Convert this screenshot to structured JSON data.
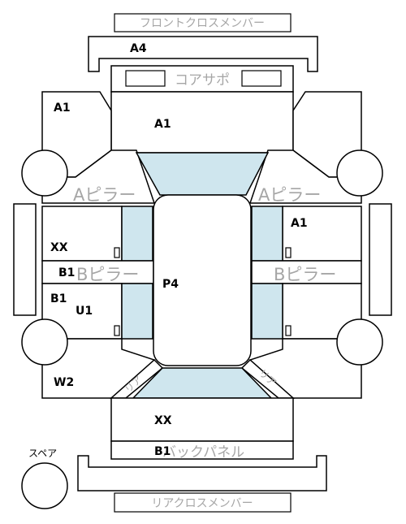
{
  "labels": {
    "front_cross_member": "フロントクロスメンバー",
    "rear_cross_member": "リアクロスメンバー",
    "radiator_support": "コアサポ",
    "a_pillar_left": "Aピラー",
    "a_pillar_right": "Aピラー",
    "b_pillar_left": "Bピラー",
    "b_pillar_right": "Bピラー",
    "back_panel": "バックパネル",
    "spare_tire": "スペア",
    "rear_left_curved": "リア",
    "rear_right_curved": "リア"
  },
  "codes": {
    "front_bumper": "A4",
    "front_left_fender": "A1",
    "hood": "A1",
    "front_right_door": "A1",
    "front_left_door": "XX",
    "left_b_pillar": "B1",
    "rear_left_door_1": "B1",
    "rear_left_door_2": "U1",
    "roof": "P4",
    "rear_left_quarter": "W2",
    "trunk": "XX",
    "rear_bumper": "B1"
  },
  "colors": {
    "glass": "#cfe6ee",
    "outline": "#000000",
    "label_grey": "#a6a6a6"
  }
}
